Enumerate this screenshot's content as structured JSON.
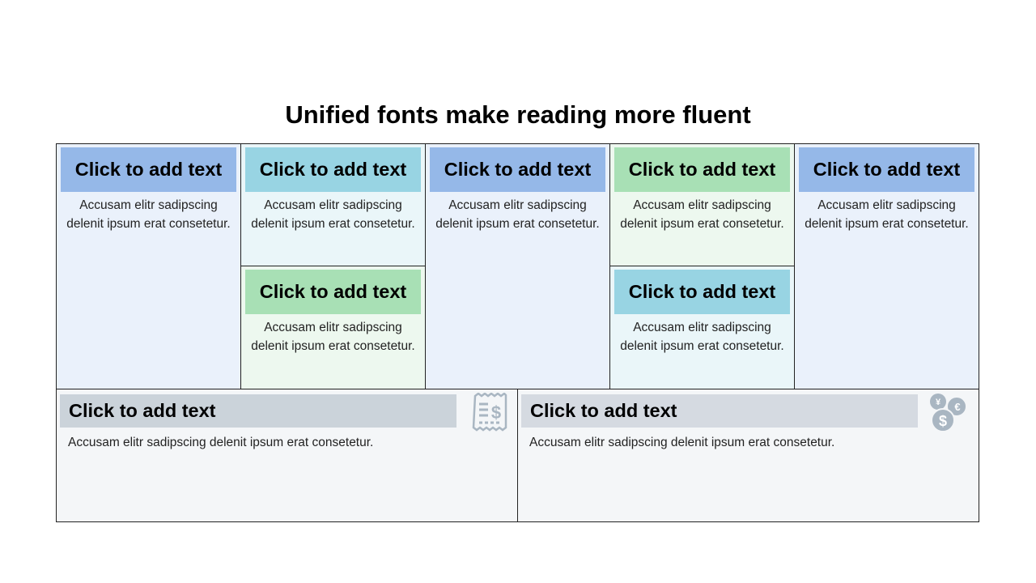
{
  "title": "Unified fonts make reading more fluent",
  "cells": [
    {
      "heading": "Click to add text",
      "body": "Accusam elitr sadipscing delenit ipsum erat consetetur."
    },
    {
      "heading": "Click to add text",
      "body": "Accusam elitr sadipscing delenit ipsum erat consetetur."
    },
    {
      "heading": "Click to add text",
      "body": "Accusam elitr sadipscing delenit ipsum erat consetetur."
    },
    {
      "heading": "Click to add text",
      "body": "Accusam elitr sadipscing delenit ipsum erat consetetur."
    },
    {
      "heading": "Click to add text",
      "body": "Accusam elitr sadipscing delenit ipsum erat consetetur."
    },
    {
      "heading": "Click to add text",
      "body": "Accusam elitr sadipscing delenit ipsum erat consetetur."
    },
    {
      "heading": "Click to add text",
      "body": "Accusam elitr sadipscing delenit ipsum erat consetetur."
    }
  ],
  "bottom": [
    {
      "heading": "Click to add text",
      "body": "Accusam elitr sadipscing delenit ipsum erat consetetur.",
      "icon": "receipt-dollar-icon"
    },
    {
      "heading": "Click to add text",
      "body": "Accusam elitr sadipscing delenit ipsum erat consetetur.",
      "icon": "currency-coins-icon"
    }
  ],
  "colors": {
    "blue": "#95b8e8",
    "cyan": "#98d4e3",
    "green": "#a8e0b5",
    "gray": "#cbd3da",
    "icon": "#a9b6c2"
  }
}
